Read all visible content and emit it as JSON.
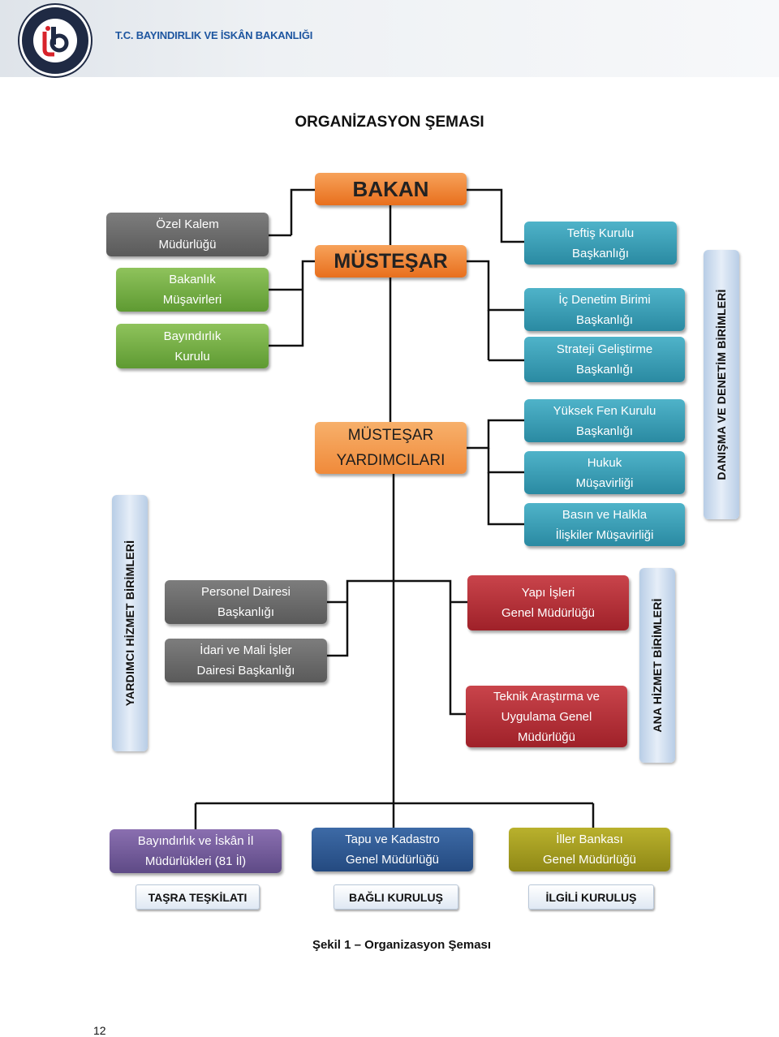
{
  "header": {
    "title": "T.C. BAYINDIRLIK VE İSKÂN BAKANLIĞI"
  },
  "page": {
    "title": "ORGANİZASYON ŞEMASI",
    "caption": "Şekil 1 – Organizasyon Şeması",
    "page_number": "12"
  },
  "top": {
    "bakan": "BAKAN",
    "mustesar": "MÜSTEŞAR",
    "mustesar_yardimcilari": "MÜSTEŞAR\nYARDIMCILARI"
  },
  "left_units": {
    "ozel_kalem": "Özel Kalem\nMüdürlüğü",
    "bakanlik_musavirleri": "Bakanlık\nMüşavirleri",
    "bayindirlik_kurulu": "Bayındırlık\nKurulu"
  },
  "right_units": {
    "teftis": "Teftiş Kurulu\nBaşkanlığı",
    "ic_denetim": "İç Denetim Birimi\nBaşkanlığı",
    "strateji": "Strateji Geliştirme\nBaşkanlığı",
    "yuksek_fen": "Yüksek Fen Kurulu\nBaşkanlığı",
    "hukuk": "Hukuk\nMüşavirliği",
    "basin": "Basın ve Halkla\nİlişkiler Müşavirliği"
  },
  "side_labels": {
    "danisma": "DANIŞMA VE DENETİM BİRİMLERİ",
    "yardimci": "YARDIMCI HİZMET BİRİMLERİ",
    "ana": "ANA HİZMET BİRİMLERİ"
  },
  "support_units": {
    "personel": "Personel Dairesi\nBaşkanlığı",
    "idari": "İdari ve Mali İşler\nDairesi Başkanlığı"
  },
  "main_units": {
    "yapi": "Yapı İşleri\nGenel Müdürlüğü",
    "teknik": "Teknik Araştırma ve\nUygulama Genel\nMüdürlüğü"
  },
  "bottom": {
    "il_mudurlukleri": "Bayındırlık ve İskân İl\nMüdürlükleri (81 İl)",
    "tapu": "Tapu ve Kadastro\nGenel Müdürlüğü",
    "iller_bankasi": "İller Bankası\nGenel Müdürlüğü",
    "tasra_label": "TAŞRA TEŞKİLATI",
    "bagli_label": "BAĞLI KURULUŞ",
    "ilgili_label": "İLGİLİ KURULUŞ"
  }
}
